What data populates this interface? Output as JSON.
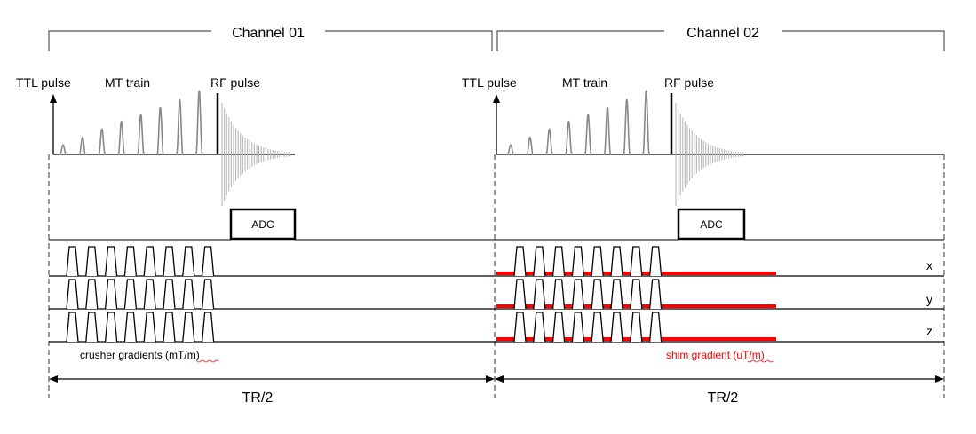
{
  "channels": [
    {
      "label": "Channel 01",
      "ttl_label": "TTL pulse",
      "mt_label": "MT train",
      "rf_label": "RF pulse",
      "adc_label": "ADC",
      "tr_label": "TR/2",
      "gradient_caption": "crusher gradients (mT/m)"
    },
    {
      "label": "Channel 02",
      "ttl_label": "TTL pulse",
      "mt_label": "MT train",
      "rf_label": "RF pulse",
      "adc_label": "ADC",
      "tr_label": "TR/2",
      "gradient_caption": "shim gradient (uT/m)"
    }
  ],
  "axes": {
    "x": "x",
    "y": "y",
    "z": "z"
  },
  "colors": {
    "line": "#000000",
    "pulse": "#888888",
    "rf_decay": "#b8b8b8",
    "shim": "#ff0000",
    "dashed": "#555555"
  },
  "mt_train_pulse_levels": [
    0.15,
    0.27,
    0.4,
    0.52,
    0.63,
    0.74,
    0.86,
    1.0
  ],
  "crusher_pulse_count": 8
}
